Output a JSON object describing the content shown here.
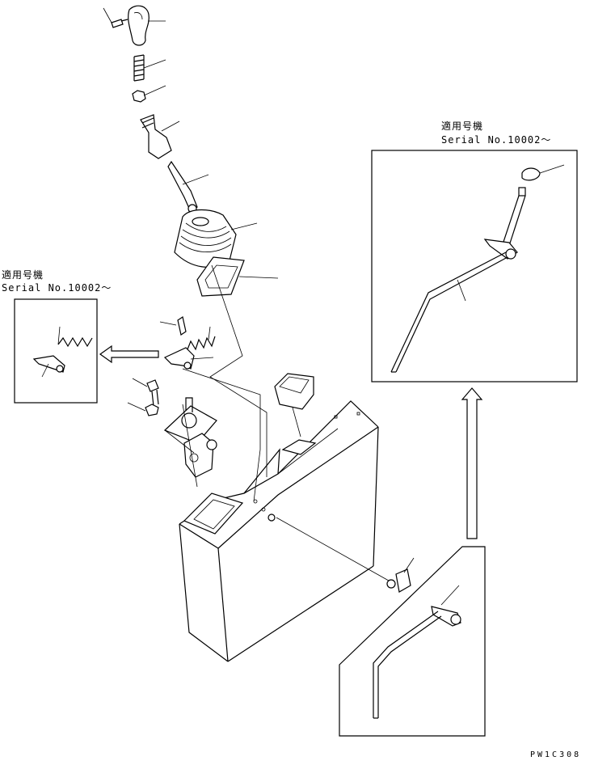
{
  "applicability_notes": [
    {
      "heading": "適用号機",
      "serial": "Serial No.10002～"
    },
    {
      "heading": "適用号機",
      "serial": "Serial No.10002～"
    }
  ],
  "drawing_code": "PW1C308",
  "icons": [
    "arrow-left-icon",
    "arrow-up-icon"
  ]
}
